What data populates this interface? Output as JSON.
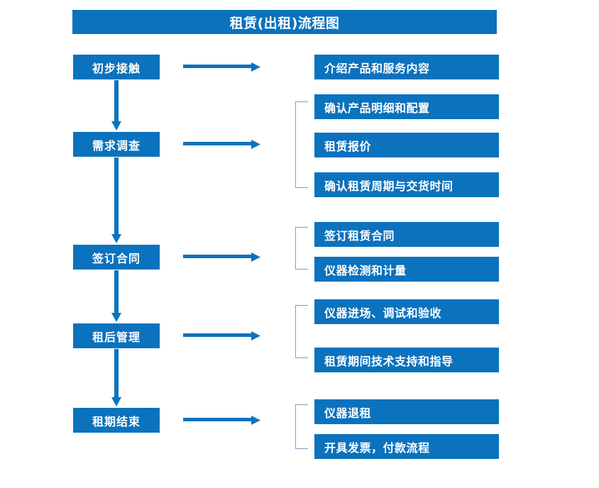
{
  "diagram": {
    "title": "租赁(出租)流程图",
    "accent_color": "#0b72bd",
    "bracket_color": "#7c9fc4",
    "background_color": "#ffffff",
    "text_color": "#ffffff",
    "stages": [
      {
        "label": "初步接触"
      },
      {
        "label": "需求调查"
      },
      {
        "label": "签订合同"
      },
      {
        "label": "租后管理"
      },
      {
        "label": "租期结束"
      }
    ],
    "details": [
      {
        "label": "介绍产品和服务内容"
      },
      {
        "label": "确认产品明细和配置"
      },
      {
        "label": "租赁报价"
      },
      {
        "label": "确认租赁周期与交货时间"
      },
      {
        "label": "签订租赁合同"
      },
      {
        "label": "仪器检测和计量"
      },
      {
        "label": "仪器进场、调试和验收"
      },
      {
        "label": "租赁期间技术支持和指导"
      },
      {
        "label": "仪器退租"
      },
      {
        "label": "开具发票，付款流程"
      }
    ],
    "connectors": {
      "horizontal_arrow_count": 5,
      "vertical_arrow_count": 4,
      "bracket_count": 4
    }
  }
}
